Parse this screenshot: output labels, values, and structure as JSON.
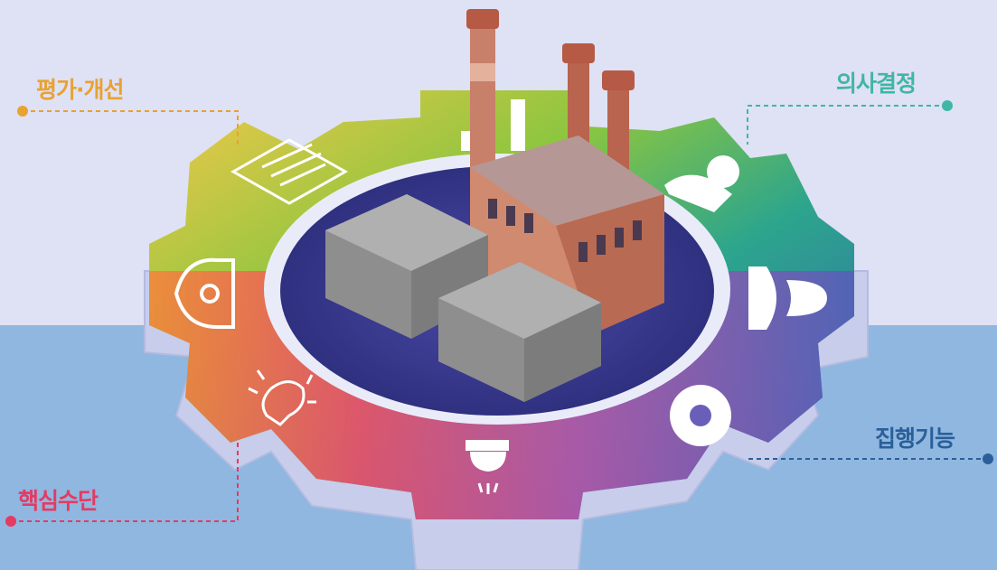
{
  "labels": {
    "evaluation": "평가·개선",
    "decision": "의사결정",
    "execution": "집행기능",
    "core": "핵심수단"
  },
  "colors": {
    "background_top": "#dfe1f4",
    "background_bottom": "#8fb7e0",
    "evaluation": "#e8a233",
    "decision": "#3fb7a6",
    "execution": "#2a5f9a",
    "core": "#e53a63",
    "pool": "#3a3a8c",
    "factory_brick": "#c47a5e",
    "warehouse": "#9a9a9a",
    "chimney": "#b65a45"
  },
  "icons": [
    "chart-icon",
    "person-icon",
    "control-icon",
    "gear-icon",
    "lamp-icon",
    "lightbulb-icon",
    "helmet-icon",
    "checklist-icon"
  ]
}
